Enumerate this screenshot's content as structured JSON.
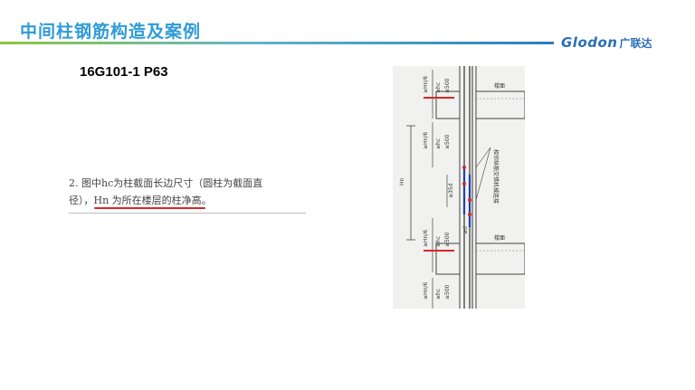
{
  "header": {
    "title": "中间柱钢筋构造及案例",
    "logo_en": "Glodon",
    "logo_cn": "广联达"
  },
  "reference": "16G101-1 P63",
  "note": {
    "line1": "2. 图中hc为柱截面长边尺寸（圆柱为截面直",
    "line2_pre": "径），",
    "line2_u": "Hn 为所在楼层的柱净高",
    "line2_post": "。"
  },
  "diagram": {
    "floor_label_top": "楼面",
    "floor_label_bottom": "楼面",
    "span_label": "Hn",
    "dim_hn6": "≥Hn/6",
    "dim_hc": "≥hc",
    "dim_500": "≥500",
    "dim_35d": "≥35d",
    "callout": "相邻纵筋交错机械连接",
    "tag_d": "≥d"
  }
}
